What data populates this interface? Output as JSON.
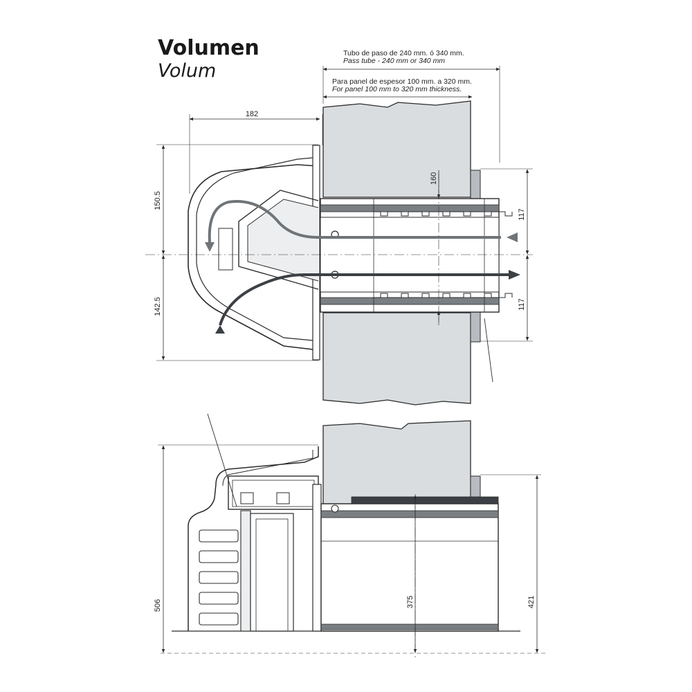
{
  "title": {
    "main": "Volumen",
    "sub": "Volum"
  },
  "notes": {
    "pass_tube_es": "Tubo de paso de 240 mm. ó 340 mm.",
    "pass_tube_en": "Pass tube - 240 mm or 340 mm",
    "panel_es": "Para panel de espesor 100 mm. a 320 mm.",
    "panel_en": "For panel 100 mm to 320 mm thickness."
  },
  "dimensions": {
    "d182": "182",
    "d160": "160",
    "d150_5": "150.5",
    "d142_5": "142.5",
    "d117_top": "117",
    "d117_bottom": "117",
    "d506": "506",
    "d375": "375",
    "d421": "421"
  },
  "colors": {
    "line": "#2b2b2b",
    "panel": "#d9dde0",
    "tube": "#7a7f84",
    "arrow_in": "#6f7478",
    "arrow_out": "#3c4044"
  },
  "icons": {
    "airflow_in": "arrow-left-icon",
    "airflow_out": "arrow-right-icon"
  }
}
